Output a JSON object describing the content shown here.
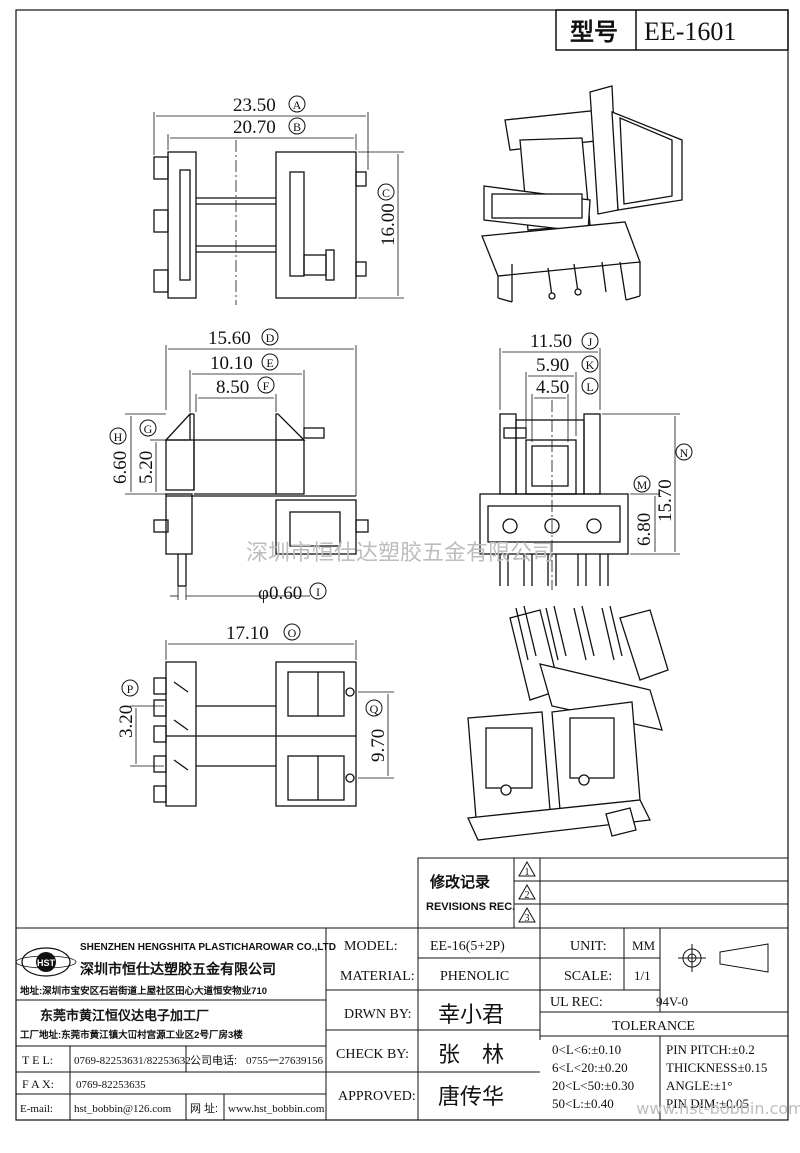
{
  "title_block": {
    "model_label_cn": "型号",
    "model_code": "EE-1601"
  },
  "dimensions": {
    "A": {
      "value": "23.50",
      "letter": "A"
    },
    "B": {
      "value": "20.70",
      "letter": "B"
    },
    "C": {
      "value": "16.00",
      "letter": "C"
    },
    "D": {
      "value": "15.60",
      "letter": "D"
    },
    "E": {
      "value": "10.10",
      "letter": "E"
    },
    "F": {
      "value": "8.50",
      "letter": "F"
    },
    "G": {
      "letter": "G"
    },
    "H": {
      "value": "6.60",
      "letter": "H"
    },
    "H2": {
      "value": "5.20"
    },
    "I": {
      "value": "φ0.60",
      "letter": "I"
    },
    "J": {
      "value": "11.50",
      "letter": "J"
    },
    "K": {
      "value": "5.90",
      "letter": "K"
    },
    "L": {
      "value": "4.50",
      "letter": "L"
    },
    "M": {
      "value": "6.80",
      "letter": "M"
    },
    "N": {
      "value": "15.70",
      "letter": "N"
    },
    "O": {
      "value": "17.10",
      "letter": "O"
    },
    "P": {
      "value": "3.20",
      "letter": "P"
    },
    "Q": {
      "value": "9.70",
      "letter": "Q"
    }
  },
  "watermark_center": "深圳市恒仕达塑胶五金有限公司",
  "watermark_bottom": "www.hst-bobbin.com",
  "revisions": {
    "label_cn": "修改记录",
    "label_en": "REVISIONS REC.",
    "marks": [
      "1",
      "2",
      "3"
    ]
  },
  "company": {
    "logo_text": "HST",
    "name_en": "SHENZHEN HENGSHITA PLASTICHAROWAR CO.,LTD",
    "name_cn": "深圳市恒仕达塑胶五金有限公司",
    "address_cn": "地址:深圳市宝安区石岩街道上屋社区田心大道恒安物业710",
    "factory_cn": "东莞市黄江恒仪达电子加工厂",
    "factory_address": "工厂地址:东莞市黄江镇大冚村宫源工业区2号厂房3楼",
    "tel_label": "T E L:",
    "tel_value": "0769-82253631/82253632",
    "company_tel_label": "公司电话:",
    "company_tel_value": "0755一27639156",
    "fax_label": "F A X:",
    "fax_value": "0769-82253635",
    "email_label": "E-mail:",
    "email_value": "hst_bobbin@126.com",
    "web_label": "网 址:",
    "web_value": "www.hst_bobbin.com"
  },
  "spec": {
    "model_label": "MODEL:",
    "model_value": "EE-16(5+2P)",
    "material_label": "MATERIAL:",
    "material_value": "PHENOLIC",
    "drawn_label": "DRWN BY:",
    "drawn_value": "幸小君",
    "check_label": "CHECK BY:",
    "check_value": "张　林",
    "approved_label": "APPROVED:",
    "approved_value": "唐传华",
    "unit_label": "UNIT:",
    "unit_value": "MM",
    "scale_label": "SCALE:",
    "scale_value": "1/1",
    "ul_label": "UL REC:",
    "ul_value": "94V-0",
    "tolerance_label": "TOLERANCE",
    "tol_1": "0<L<6:±0.10",
    "tol_2": "6<L<20:±0.20",
    "tol_3": "20<L<50:±0.30",
    "tol_4": "50<L:±0.40",
    "pin_pitch": "PIN PITCH:±0.2",
    "thickness": "THICKNESS±0.15",
    "angle": "ANGLE:±1°",
    "pin_dim": "PIN DIM:±0.05"
  }
}
